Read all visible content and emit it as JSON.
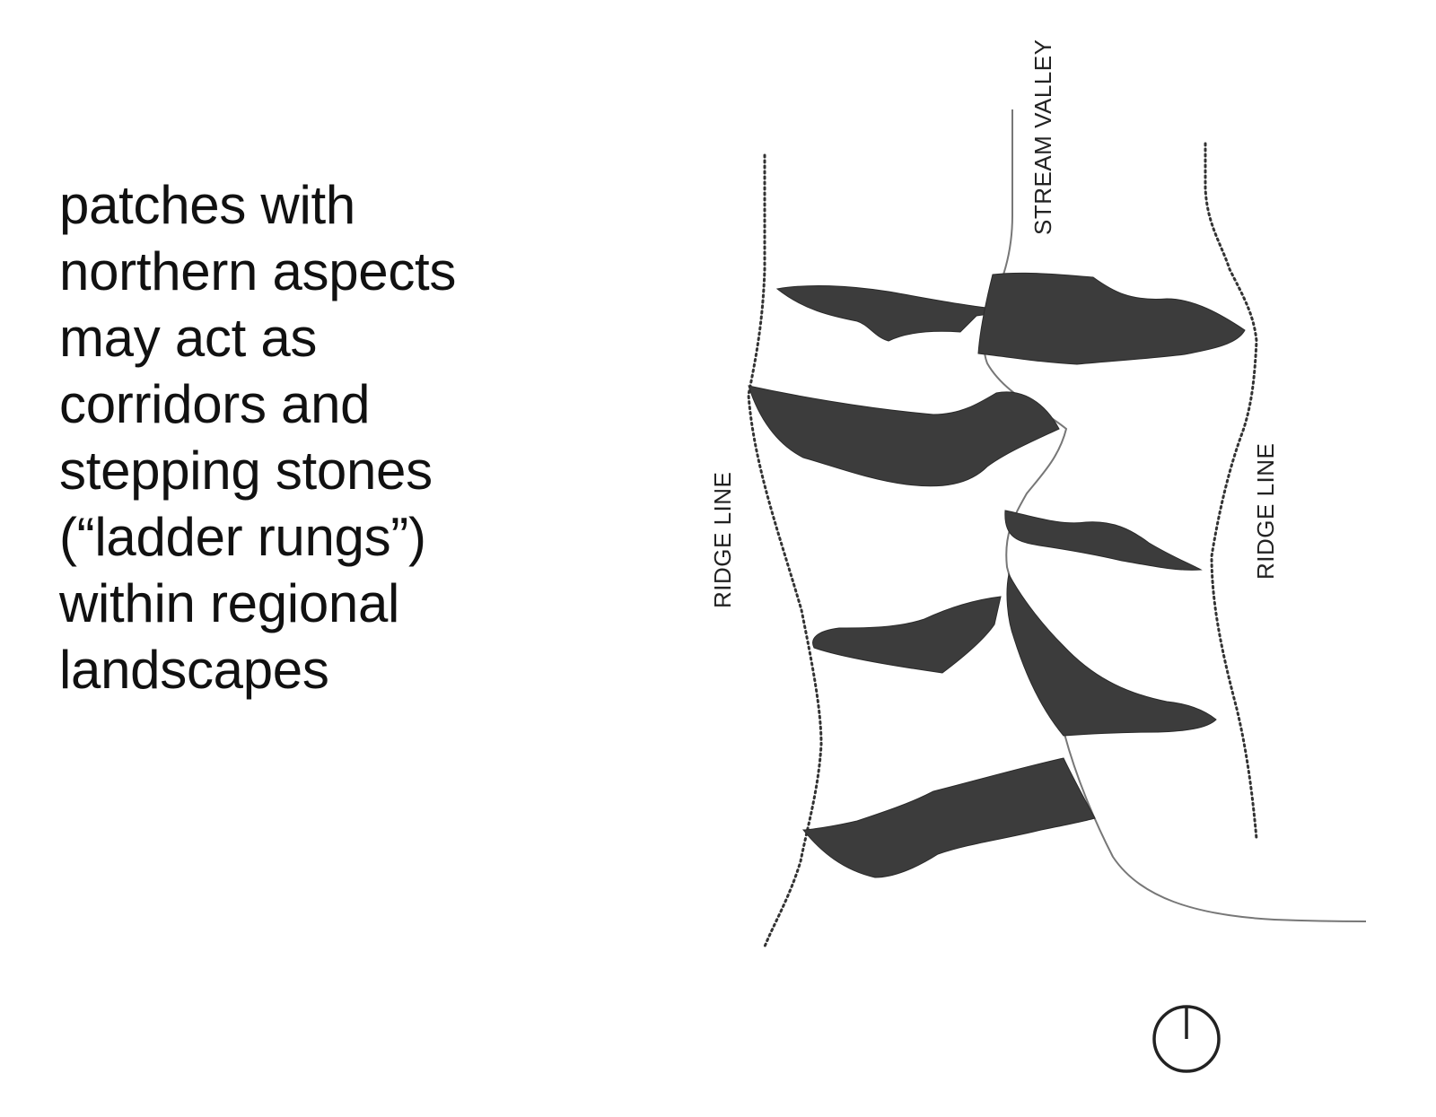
{
  "caption": {
    "lines": [
      "patches with",
      "northern aspects",
      "may act as",
      "corridors and",
      "stepping stones",
      "(“ladder rungs”)",
      "within regional",
      "landscapes"
    ]
  },
  "diagram": {
    "labels": {
      "stream_valley": "STREAM VALLEY",
      "ridge_line_left": "RIDGE LINE",
      "ridge_line_right": "RIDGE LINE"
    },
    "patch_count": 7,
    "colors": {
      "patch_fill": "#3c3c3c",
      "ridge_stroke": "#333333",
      "stream_stroke": "#777777"
    },
    "icons": [
      "north-arrow-icon"
    ]
  }
}
